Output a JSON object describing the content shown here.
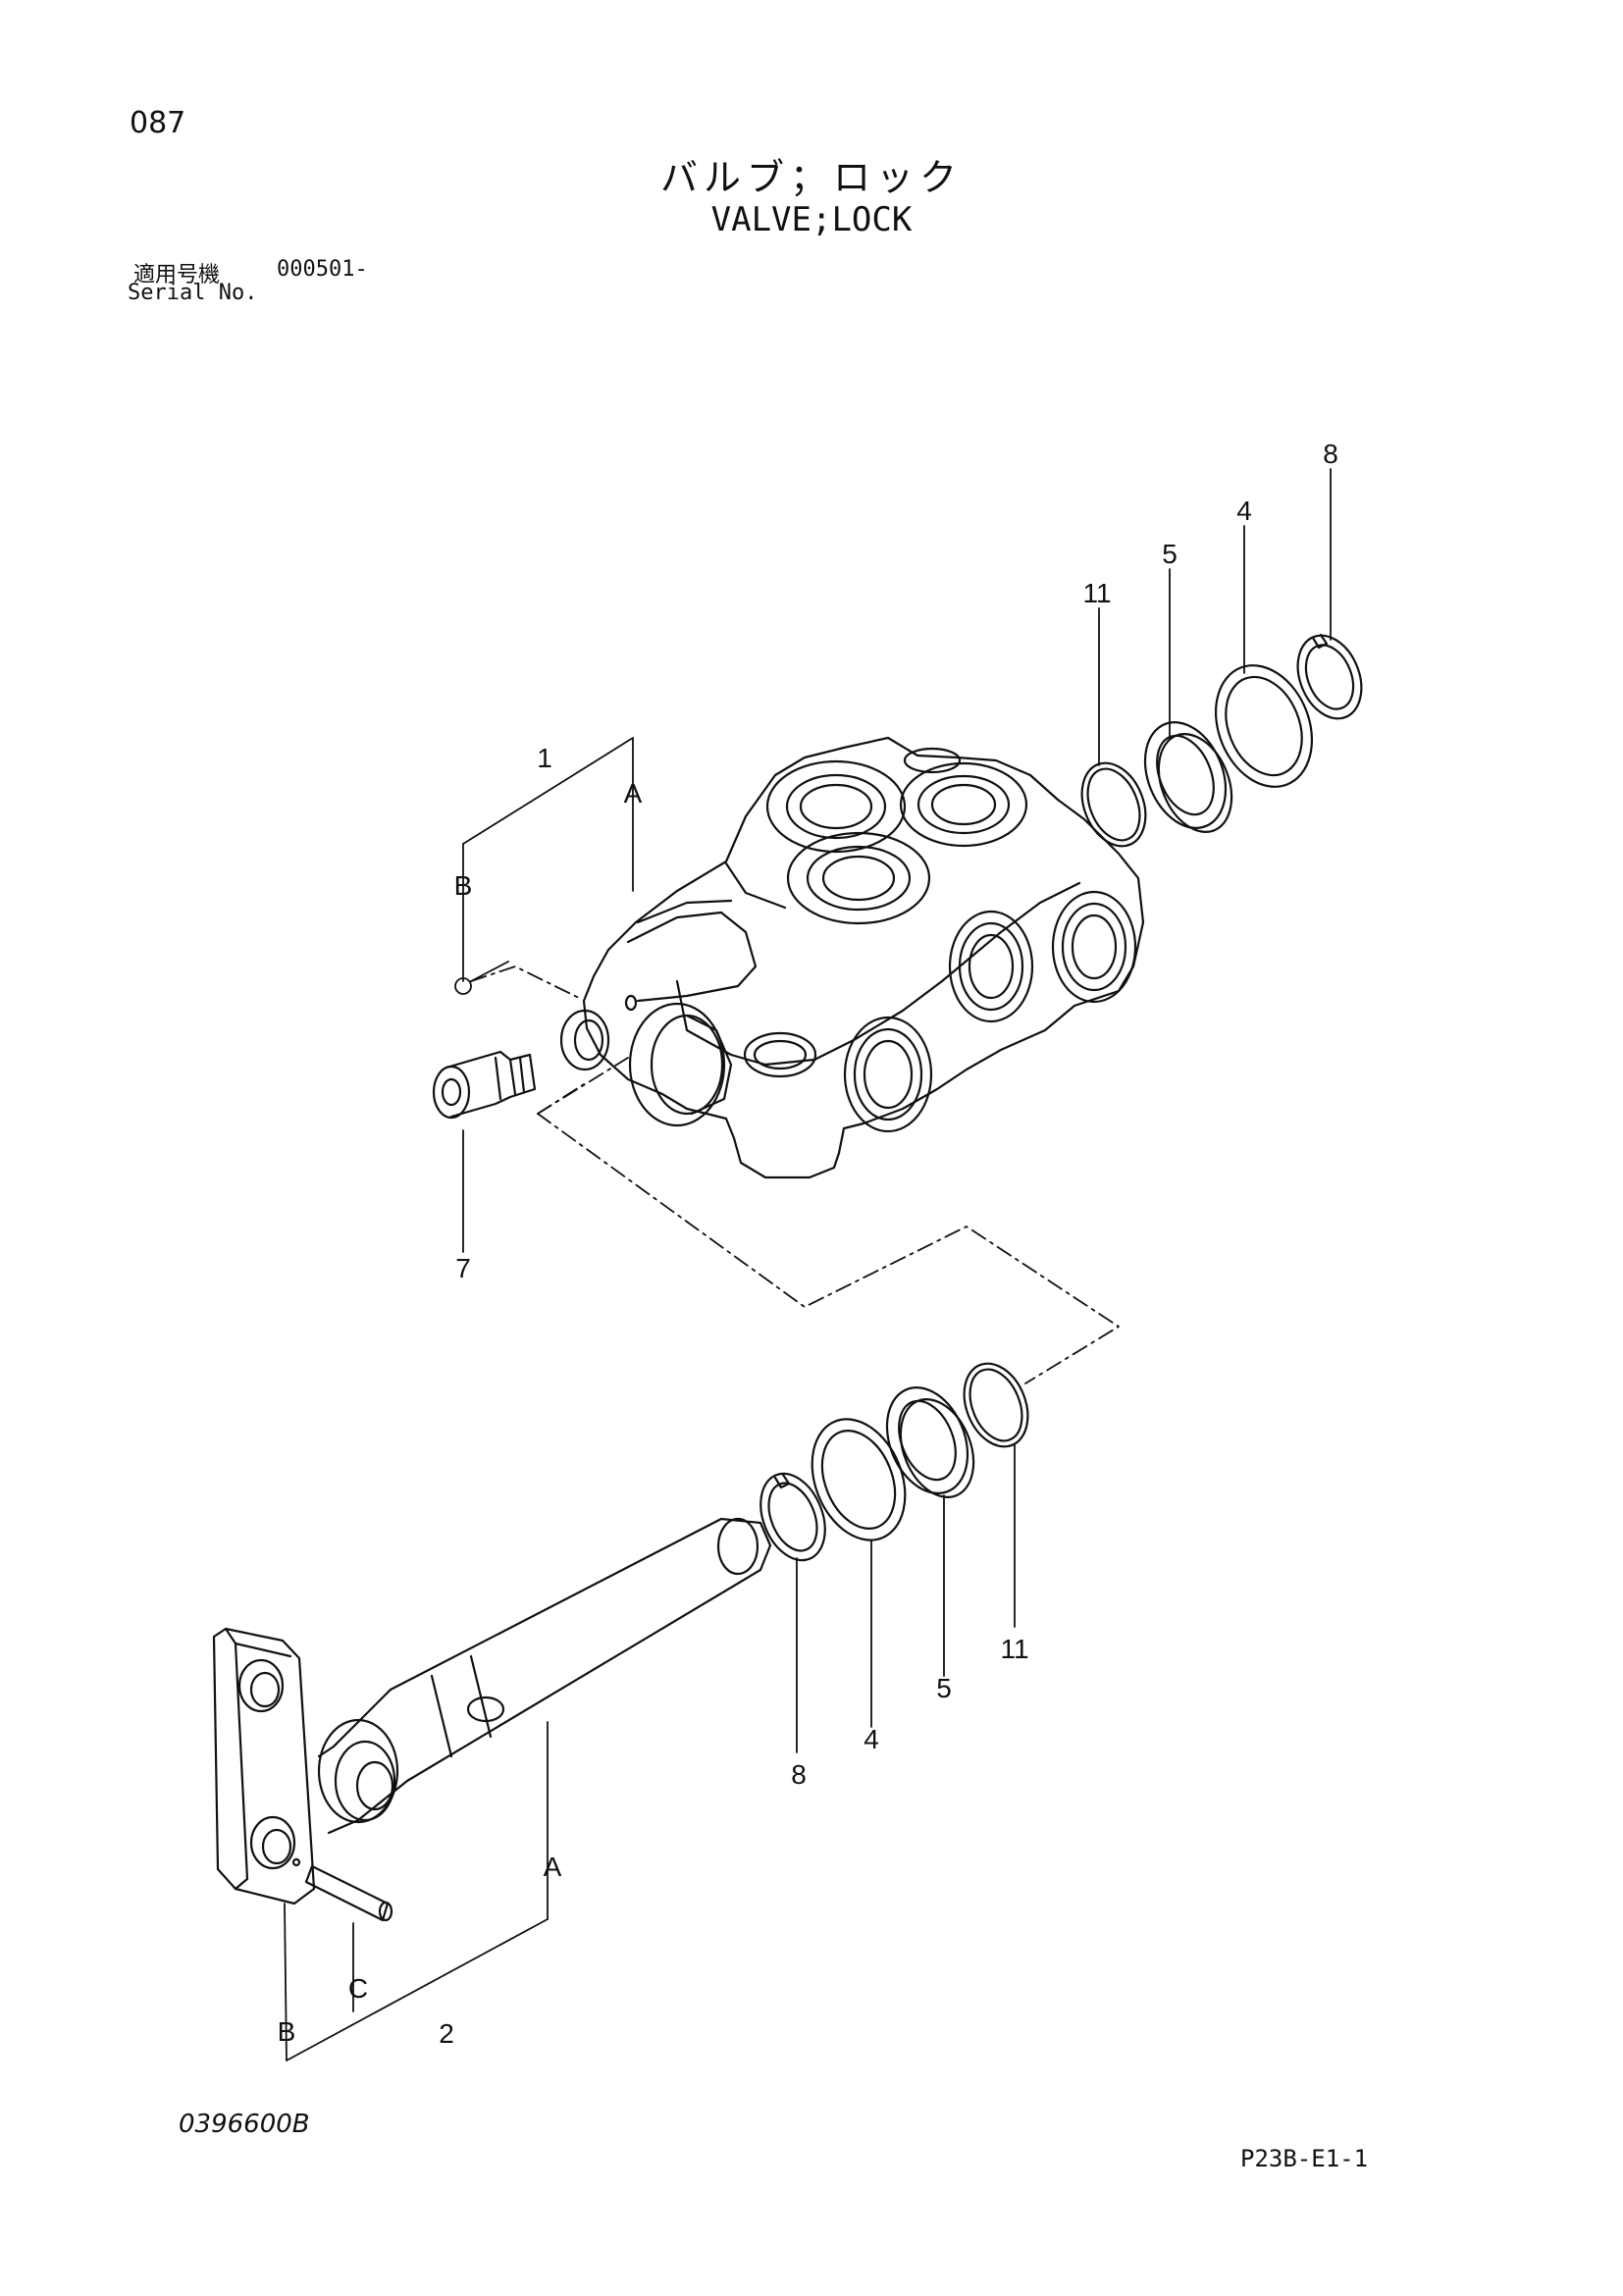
{
  "header": {
    "page_number": "087",
    "title_jp": "バルブ；ロック",
    "title_en": "VALVE;LOCK",
    "serial_label_jp": "適用号機",
    "serial_value": "000501-",
    "serial_label_en": "Serial No."
  },
  "footer": {
    "doc_code": "0396600B",
    "page_code": "P23B-E1-1"
  },
  "callouts": {
    "part_1": "1",
    "part_2": "2",
    "part_4_top": "4",
    "part_4_bottom": "4",
    "part_5_top": "5",
    "part_5_bottom": "5",
    "part_7": "7",
    "part_8_top": "8",
    "part_8_bottom": "8",
    "part_11_top": "11",
    "part_11_bottom": "11",
    "ref_a_top": "A",
    "ref_b_top": "B",
    "ref_a_bottom": "A",
    "ref_b_bottom": "B",
    "ref_c_bottom": "C"
  }
}
